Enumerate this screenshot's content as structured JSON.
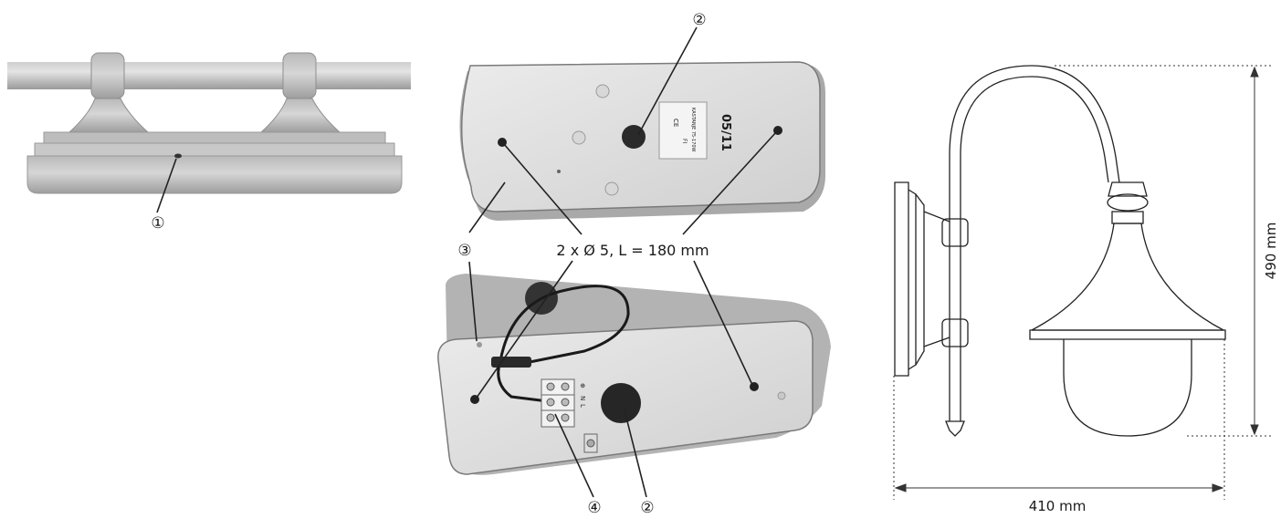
{
  "callouts": {
    "c1": "①",
    "c2_top": "②",
    "c2_bottom": "②",
    "c3": "③",
    "c4": "④"
  },
  "screw_spec": "2 x Ø 5, L = 180 mm",
  "plate_label": {
    "date_code": "05/11",
    "ce_mark": "CE",
    "cert_mark": "FI",
    "model_text": "KASTANJE 75-170W"
  },
  "terminal_marks": [
    "N",
    "L",
    "⊕"
  ],
  "dimensions": {
    "height": "490 mm",
    "width": "410 mm"
  },
  "colors": {
    "metal_fill": "#c4c4c4",
    "plate_fill": "#e3e3e3",
    "line": "#2b2b2b",
    "dim_line": "#333333"
  }
}
